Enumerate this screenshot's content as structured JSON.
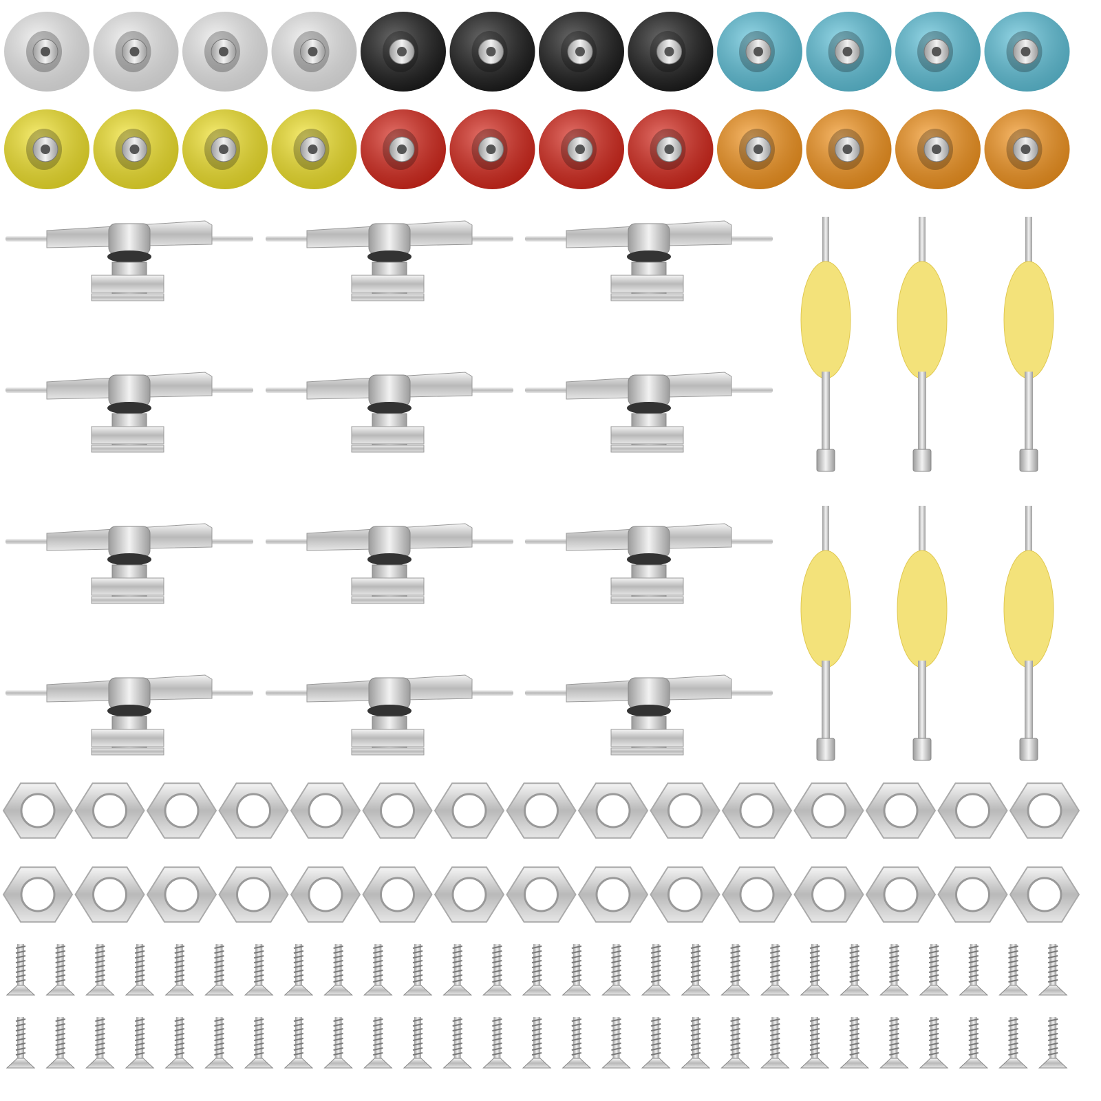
{
  "wheels": {
    "rows": [
      [
        "#eeeeee",
        "#eeeeee",
        "#eeeeee",
        "#eeeeee",
        "#1a1a1a",
        "#1a1a1a",
        "#1a1a1a",
        "#1a1a1a",
        "#5fc4dc",
        "#5fc4dc",
        "#5fc4dc",
        "#5fc4dc"
      ],
      [
        "#f5e62a",
        "#f5e62a",
        "#f5e62a",
        "#f5e62a",
        "#d8261a",
        "#d8261a",
        "#d8261a",
        "#d8261a",
        "#f7961e",
        "#f7961e",
        "#f7961e",
        "#f7961e"
      ]
    ]
  },
  "trucks": {
    "columns": 3,
    "rows": 4,
    "color": "#c8c8c8"
  },
  "tools": {
    "columns": 3,
    "rows": 2,
    "handle_color": "#f3e27a",
    "shaft_color": "#b8b8b8"
  },
  "nuts": {
    "rows": 2,
    "per_row": 15,
    "color": "#d6d6d6"
  },
  "screws": {
    "rows": 2,
    "per_row": 27,
    "color": "#9a9a9a"
  }
}
